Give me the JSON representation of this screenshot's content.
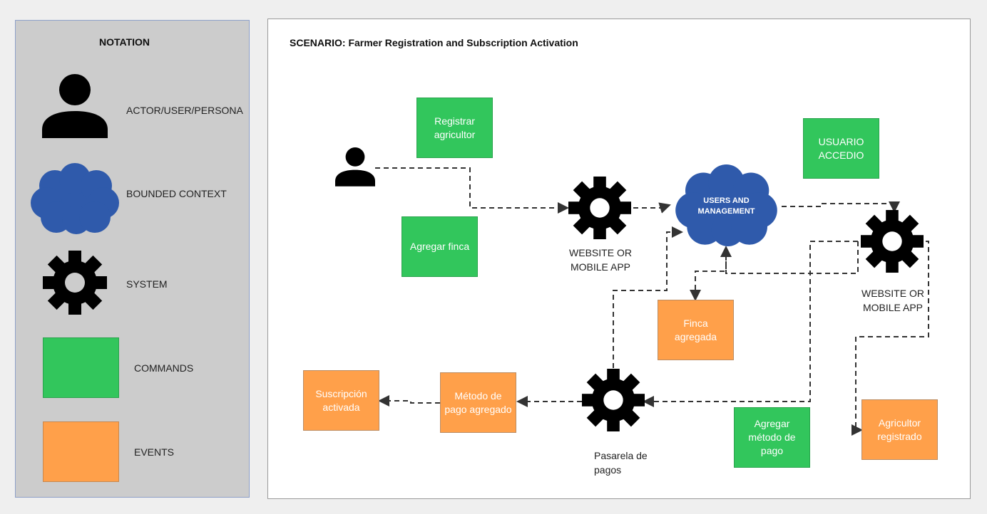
{
  "notation": {
    "title": "NOTATION",
    "actor_label": "ACTOR/USER/PERSONA",
    "bounded_context_label": "BOUNDED CONTEXT",
    "system_label": "SYSTEM",
    "commands_label": "COMMANDS",
    "events_label": "EVENTS",
    "colors": {
      "panel": "#cccccc",
      "command": "#32c65c",
      "event": "#ffa04a",
      "bounded_context": "#2f5aab"
    }
  },
  "scenario": {
    "title": "SCENARIO: Farmer Registration and Subscription Activation",
    "commands": {
      "registrar_agricultor": "Registrar agricultor",
      "agregar_finca": "Agregar finca",
      "usuario_accedio": "USUARIO ACCEDIO",
      "agregar_metodo_pago": "Agregar método de pago"
    },
    "events": {
      "finca_agregada": "Finca agregada",
      "suscripcion_activada": "Suscripción activada",
      "metodo_pago_agregado": "Método de pago agregado",
      "agricultor_registrado": "Agricultor registrado"
    },
    "systems": {
      "website_app_1": "WEBSITE OR MOBILE APP",
      "website_app_2": "WEBSITE OR MOBILE APP",
      "pasarela": "Pasarela de pagos"
    },
    "bounded_context": "USERS AND MANAGEMENT"
  }
}
